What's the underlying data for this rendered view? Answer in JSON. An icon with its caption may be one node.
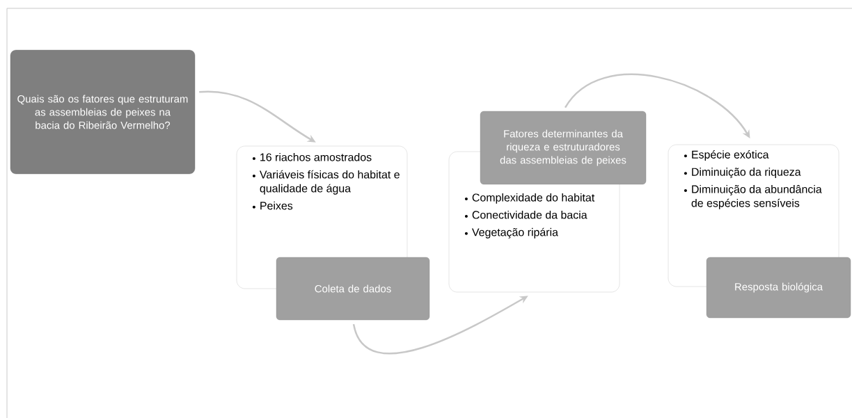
{
  "diagram": {
    "nodes": [
      {
        "text": [
          "Quais são os fatores que estruturam as assembleias de peixes na bacia do Ribeirão Vermelho?"
        ]
      },
      {
        "text": [
          "16 riachos amostrados",
          "Variáveis físicas do habitat e qualidade de água",
          "Peixes"
        ]
      },
      {
        "text": [
          "Coleta de dados"
        ]
      },
      {
        "text": [
          "Fatores determinantes  da riqueza e estruturadores das assembleias de peixes"
        ]
      },
      {
        "text": [
          "Complexidade do habitat",
          "Conectividade da bacia",
          "Vegetação ripária"
        ]
      },
      {
        "text": [
          "Espécie exótica",
          "Diminuição da riqueza",
          "Diminuição da abundância de espécies sensíveis"
        ]
      },
      {
        "text": [
          "Resposta biológica"
        ]
      }
    ],
    "edges": [
      {
        "from": 0,
        "to": 1,
        "arrow": "to"
      },
      {
        "from": 2,
        "to": 4,
        "arrow": "to"
      },
      {
        "from": 3,
        "to": 5,
        "arrow": "to"
      }
    ]
  }
}
